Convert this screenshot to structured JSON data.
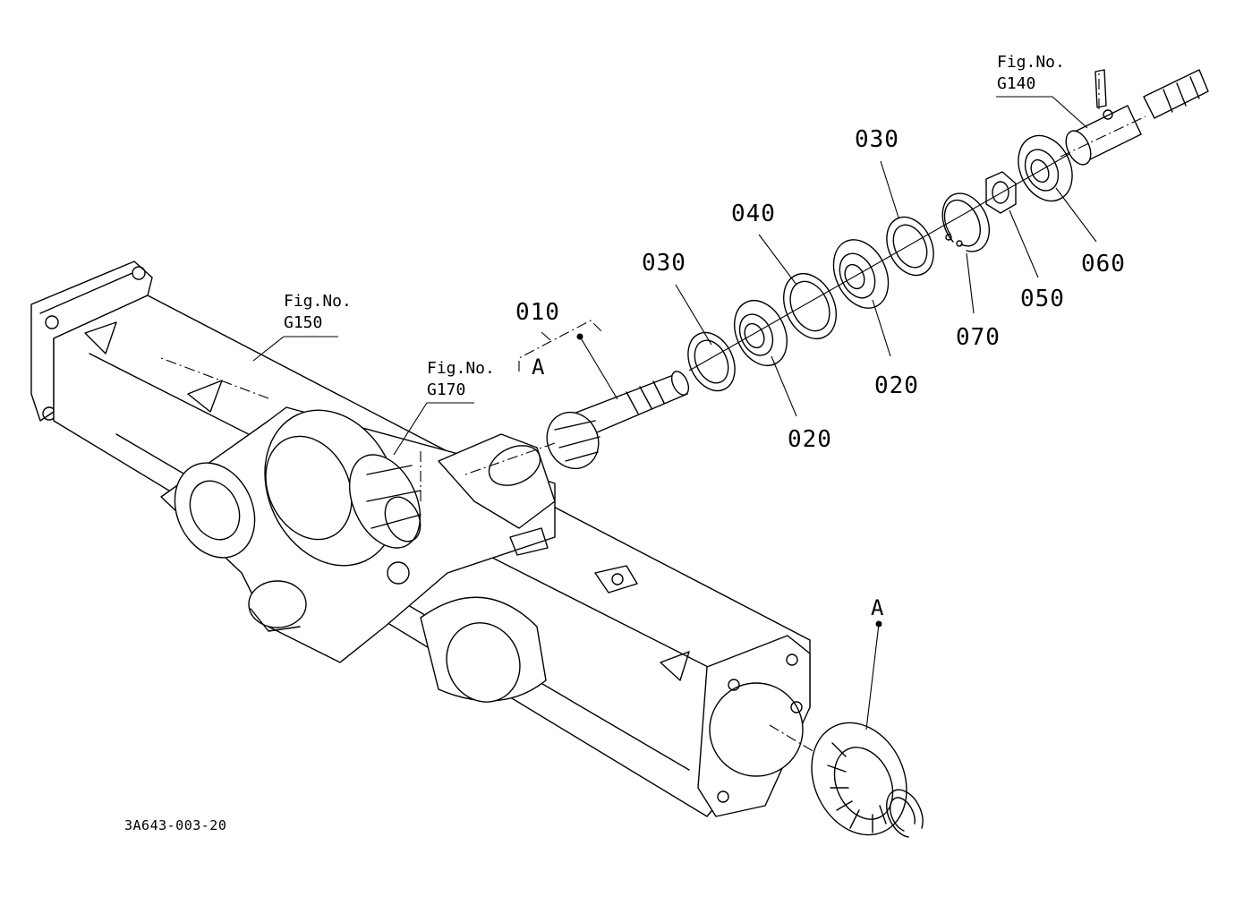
{
  "figure_refs": [
    {
      "id": "g140",
      "title": "Fig.No.",
      "number": "G140"
    },
    {
      "id": "g150",
      "title": "Fig.No.",
      "number": "G150"
    },
    {
      "id": "g170",
      "title": "Fig.No.",
      "number": "G170"
    }
  ],
  "part_labels": {
    "p010": "010",
    "p020_a": "020",
    "p020_b": "020",
    "p030_a": "030",
    "p030_b": "030",
    "p040": "040",
    "p050": "050",
    "p060": "060",
    "p070": "070"
  },
  "refs": {
    "upper": "A",
    "lower": "A"
  },
  "drawing_code": "3A643-003-20"
}
